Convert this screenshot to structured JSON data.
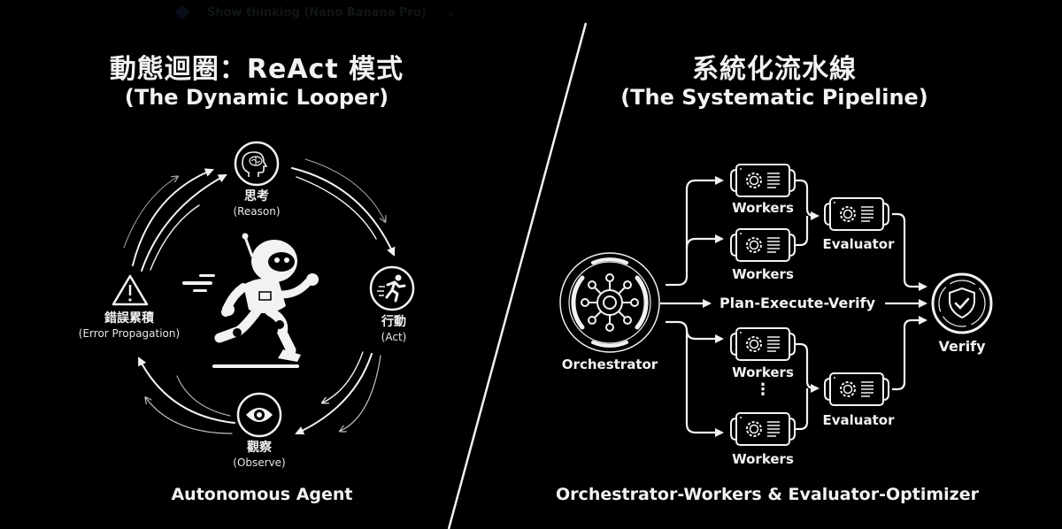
{
  "overlay": {
    "label": "Show thinking (Nano Banana Pro)"
  },
  "left": {
    "title_zh": "動態迴圈：ReAct 模式",
    "title_en": "(The Dynamic Looper)",
    "nodes": {
      "reason": {
        "zh": "思考",
        "en": "(Reason)",
        "icon": "brain-icon"
      },
      "act": {
        "zh": "行動",
        "en": "(Act)",
        "icon": "running-person-icon"
      },
      "observe": {
        "zh": "觀察",
        "en": "(Observe)",
        "icon": "eye-icon"
      },
      "error": {
        "zh": "錯誤累積",
        "en": "(Error Propagation)",
        "icon": "warning-icon"
      }
    },
    "center_icon": "running-robot-icon",
    "footer": "Autonomous Agent"
  },
  "right": {
    "title_zh": "系統化流水線",
    "title_en": "(The Systematic Pipeline)",
    "orchestrator": {
      "label": "Orchestrator",
      "icon": "hub-network-icon"
    },
    "workers": [
      "Workers",
      "Workers",
      "Workers",
      "Workers"
    ],
    "evaluators": [
      "Evaluator",
      "Evaluator"
    ],
    "center_flow": "Plan-Execute-Verify",
    "verify": {
      "label": "Verify",
      "icon": "shield-check-icon"
    },
    "ellipsis": "⋮",
    "footer": "Orchestrator-Workers & Evaluator-Optimizer"
  },
  "colors": {
    "background": "#000000",
    "foreground": "#f2f2f2"
  }
}
